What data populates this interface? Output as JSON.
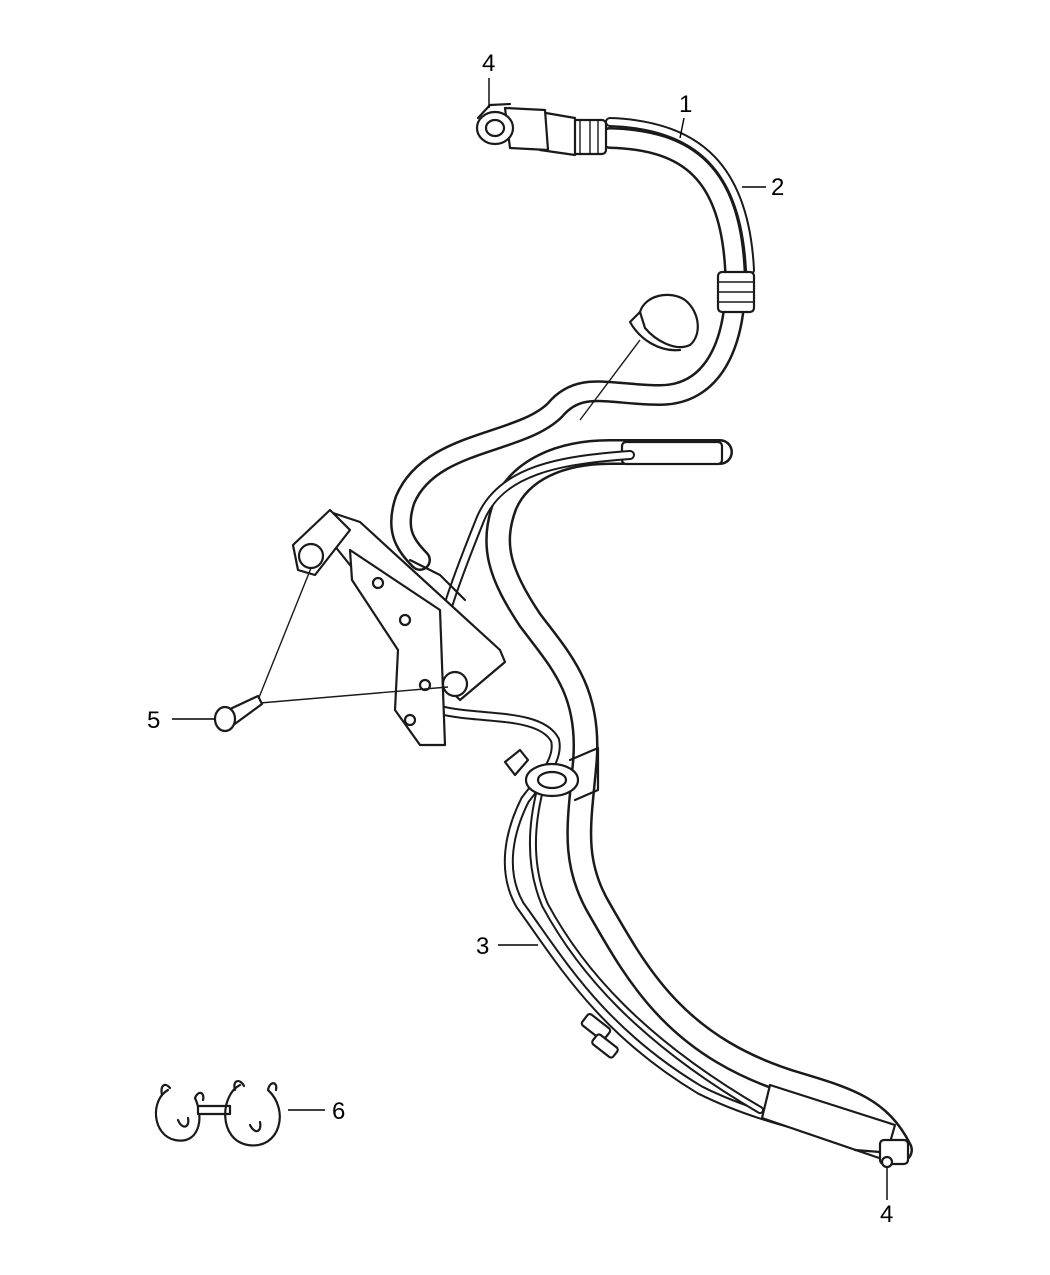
{
  "callouts": [
    {
      "id": "4-top",
      "label": "4"
    },
    {
      "id": "1",
      "label": "1"
    },
    {
      "id": "2",
      "label": "2"
    },
    {
      "id": "5",
      "label": "5"
    },
    {
      "id": "3",
      "label": "3"
    },
    {
      "id": "6",
      "label": "6"
    },
    {
      "id": "4-bottom",
      "label": "4"
    }
  ],
  "colors": {
    "line": "#1a1a1a",
    "background": "#ffffff"
  }
}
